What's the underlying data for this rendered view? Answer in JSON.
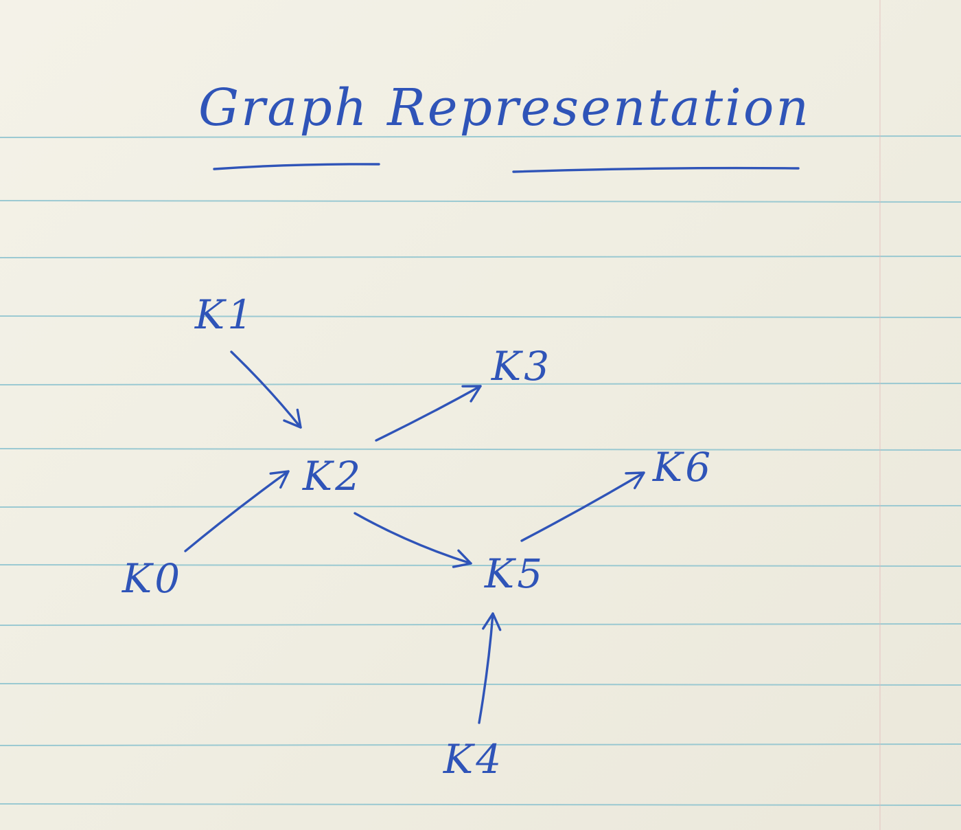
{
  "title": "Graph Representation",
  "colors": {
    "ink": "#2f54b8",
    "rule": "#8cc3cf",
    "paper": "#f1efe3"
  },
  "nodes": [
    {
      "id": "K0",
      "label": "K0"
    },
    {
      "id": "K1",
      "label": "K1"
    },
    {
      "id": "K2",
      "label": "K2"
    },
    {
      "id": "K3",
      "label": "K3"
    },
    {
      "id": "K4",
      "label": "K4"
    },
    {
      "id": "K5",
      "label": "K5"
    },
    {
      "id": "K6",
      "label": "K6"
    }
  ],
  "edges": [
    {
      "from": "K1",
      "to": "K2"
    },
    {
      "from": "K0",
      "to": "K2"
    },
    {
      "from": "K2",
      "to": "K3"
    },
    {
      "from": "K2",
      "to": "K5"
    },
    {
      "from": "K5",
      "to": "K6"
    },
    {
      "from": "K4",
      "to": "K5"
    }
  ]
}
